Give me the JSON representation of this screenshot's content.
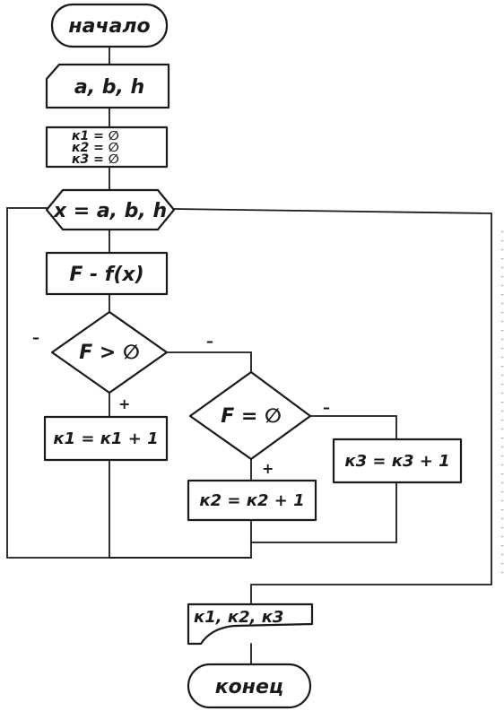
{
  "diagram": {
    "start": {
      "label": "начало"
    },
    "input": {
      "label": "a, b, h"
    },
    "init": {
      "lines": [
        "к1 = ∅",
        "к2 = ∅",
        "к3 = ∅"
      ]
    },
    "loop": {
      "label": "x = a, b, h"
    },
    "compute": {
      "label": "F - f(x)"
    },
    "cond1": {
      "label": "F > ∅",
      "yes": "+",
      "no": "–",
      "no_right": "–"
    },
    "inc1": {
      "label": "к1 = к1 + 1"
    },
    "cond2": {
      "label": "F = ∅",
      "yes": "+",
      "no": "–"
    },
    "inc2": {
      "label": "к2 = к2 + 1"
    },
    "inc3": {
      "label": "к3 = к3 + 1"
    },
    "output": {
      "label": "к1, к2, к3"
    },
    "end": {
      "label": "конец"
    }
  }
}
